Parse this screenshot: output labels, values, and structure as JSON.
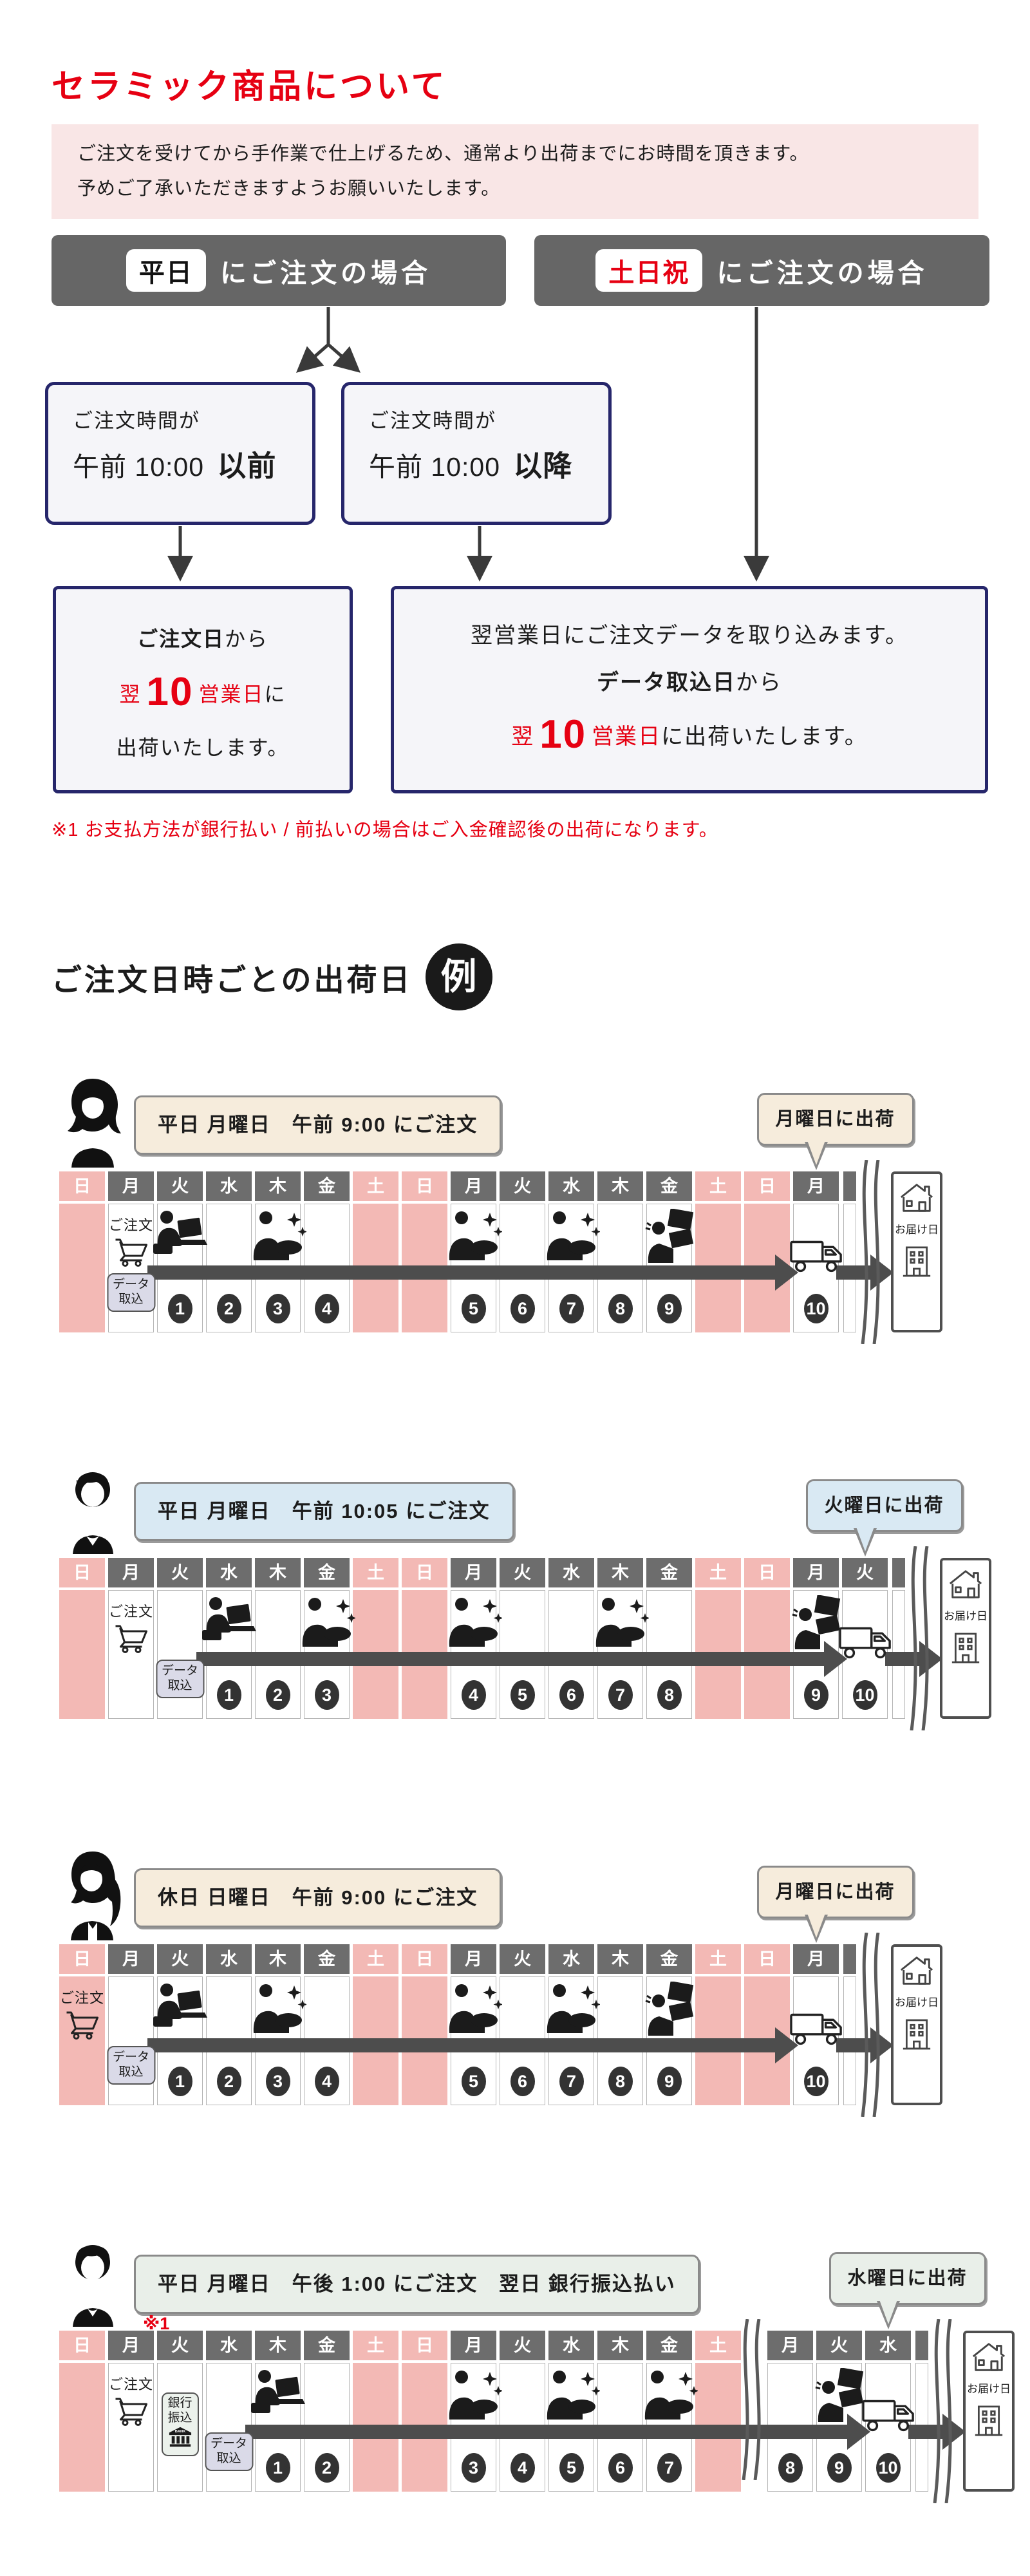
{
  "page": {
    "title": "セラミック商品について",
    "intro_line1": "ご注文を受けてから手作業で仕上げるため、通常より出荷までにお時間を頂きます。",
    "intro_line2": "予めご了承いただきますようお願いいたします。",
    "note": "※1  お支払方法が銀行払い / 前払いの場合はご入金確認後の出荷になります。",
    "examples_title": "ご注文日時ごとの出荷日",
    "examples_badge": "例"
  },
  "flow": {
    "weekday_badge": "平日",
    "holiday_badge": "土日祝",
    "case_suffix": "にご注文の場合",
    "branch_before": {
      "line1": "ご注文時間が",
      "time": "午前 10:00",
      "bold": "以前"
    },
    "branch_after": {
      "line1": "ご注文時間が",
      "time": "午前 10:00",
      "bold": "以降"
    },
    "result_before": {
      "l1b": "ご注文日",
      "l1r": "から",
      "pre": "翌",
      "num": "10",
      "post": "営業日",
      "rest": "に",
      "l3": "出荷いたします。"
    },
    "result_after": {
      "l1": "翌営業日にご注文データを取り込みます。",
      "l2b": "データ取込日",
      "l2r": "から",
      "pre": "翌",
      "num": "10",
      "post": "営業日",
      "rest": "に出荷いたします。"
    }
  },
  "labels": {
    "order": "ご注文",
    "data_import": [
      "データ",
      "取込"
    ],
    "bank_transfer": [
      "銀行",
      "振込"
    ],
    "delivery": "お届け日"
  },
  "colors": {
    "red": "#e60012",
    "weekend_pink": "#f3b9b5",
    "header_gray": "#6d6d6d",
    "band_gray": "#4d4d4d",
    "navy_border": "#26266b",
    "theme_beige": "#f6ecdc",
    "theme_blue": "#d9e9f3",
    "theme_green": "#e9efe9"
  },
  "examples": [
    {
      "avatar": "woman-bob",
      "theme": "beige",
      "order_label": "平日 月曜日　午前 9:00 にご注文",
      "ship_label": "月曜日に出荷",
      "note": "",
      "days": [
        {
          "d": "日",
          "we": true
        },
        {
          "d": "月",
          "order": true,
          "data": true
        },
        {
          "d": "火",
          "icon": "laptop",
          "n": 1
        },
        {
          "d": "水",
          "n": 2
        },
        {
          "d": "木",
          "icon": "craft",
          "n": 3
        },
        {
          "d": "金",
          "n": 4
        },
        {
          "d": "土",
          "we": true
        },
        {
          "d": "日",
          "we": true
        },
        {
          "d": "月",
          "icon": "craft",
          "n": 5
        },
        {
          "d": "火",
          "n": 6
        },
        {
          "d": "水",
          "icon": "craft",
          "n": 7
        },
        {
          "d": "木",
          "n": 8
        },
        {
          "d": "金",
          "icon": "pack",
          "n": 9
        },
        {
          "d": "土",
          "we": true
        },
        {
          "d": "日",
          "we": true
        },
        {
          "d": "月",
          "icon": "truck",
          "n": 10,
          "ship": true
        }
      ]
    },
    {
      "avatar": "man",
      "theme": "blue",
      "order_label": "平日 月曜日　午前 10:05 にご注文",
      "ship_label": "火曜日に出荷",
      "note": "",
      "days": [
        {
          "d": "日",
          "we": true
        },
        {
          "d": "月",
          "order": true
        },
        {
          "d": "火",
          "data": true
        },
        {
          "d": "水",
          "icon": "laptop",
          "n": 1
        },
        {
          "d": "木",
          "n": 2
        },
        {
          "d": "金",
          "icon": "craft",
          "n": 3
        },
        {
          "d": "土",
          "we": true
        },
        {
          "d": "日",
          "we": true
        },
        {
          "d": "月",
          "icon": "craft",
          "n": 4
        },
        {
          "d": "火",
          "n": 5
        },
        {
          "d": "水",
          "n": 6
        },
        {
          "d": "木",
          "icon": "craft",
          "n": 7
        },
        {
          "d": "金",
          "n": 8
        },
        {
          "d": "土",
          "we": true
        },
        {
          "d": "日",
          "we": true
        },
        {
          "d": "月",
          "icon": "pack",
          "n": 9
        },
        {
          "d": "火",
          "icon": "truck",
          "n": 10,
          "ship": true
        }
      ]
    },
    {
      "avatar": "woman-ponytail",
      "theme": "beige",
      "order_label": "休日 日曜日　午前 9:00 にご注文",
      "ship_label": "月曜日に出荷",
      "note": "",
      "days": [
        {
          "d": "日",
          "we": true,
          "order": true
        },
        {
          "d": "月",
          "data": true
        },
        {
          "d": "火",
          "icon": "laptop",
          "n": 1
        },
        {
          "d": "水",
          "n": 2
        },
        {
          "d": "木",
          "icon": "craft",
          "n": 3
        },
        {
          "d": "金",
          "n": 4
        },
        {
          "d": "土",
          "we": true
        },
        {
          "d": "日",
          "we": true
        },
        {
          "d": "月",
          "icon": "craft",
          "n": 5
        },
        {
          "d": "火",
          "n": 6
        },
        {
          "d": "水",
          "icon": "craft",
          "n": 7
        },
        {
          "d": "木",
          "n": 8
        },
        {
          "d": "金",
          "icon": "pack",
          "n": 9
        },
        {
          "d": "土",
          "we": true
        },
        {
          "d": "日",
          "we": true
        },
        {
          "d": "月",
          "icon": "truck",
          "n": 10,
          "ship": true
        }
      ]
    },
    {
      "avatar": "man2",
      "theme": "green",
      "order_label": "平日 月曜日　午後 1:00 にご注文　翌日 銀行振込払い",
      "ship_label": "水曜日に出荷",
      "note": "※1",
      "tear_after": 13,
      "days": [
        {
          "d": "日",
          "we": true
        },
        {
          "d": "月",
          "order": true
        },
        {
          "d": "火",
          "bank": true
        },
        {
          "d": "水",
          "data": true
        },
        {
          "d": "木",
          "icon": "laptop",
          "n": 1
        },
        {
          "d": "金",
          "n": 2
        },
        {
          "d": "土",
          "we": true
        },
        {
          "d": "日",
          "we": true
        },
        {
          "d": "月",
          "icon": "craft",
          "n": 3
        },
        {
          "d": "火",
          "n": 4
        },
        {
          "d": "水",
          "icon": "craft",
          "n": 5
        },
        {
          "d": "木",
          "n": 6
        },
        {
          "d": "金",
          "icon": "craft",
          "n": 7
        },
        {
          "d": "土",
          "we": true
        },
        {
          "d": "月",
          "n": 8
        },
        {
          "d": "火",
          "icon": "pack",
          "n": 9
        },
        {
          "d": "水",
          "icon": "truck",
          "n": 10,
          "ship": true
        }
      ]
    }
  ]
}
